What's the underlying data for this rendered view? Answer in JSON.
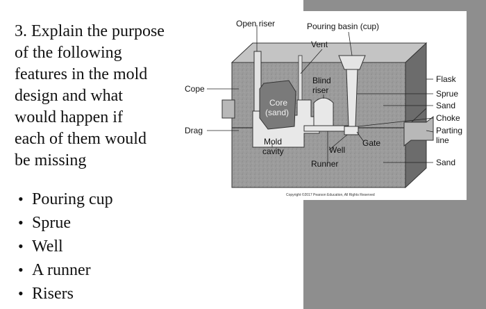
{
  "question": {
    "lines": [
      "3. Explain the purpose",
      "of the following",
      "features in the mold",
      "design and what",
      "would happen if",
      "each of them would",
      "be missing"
    ]
  },
  "bullets": [
    "Pouring cup",
    "Sprue",
    "Well",
    "A runner",
    "Risers"
  ],
  "figure": {
    "labels": {
      "open_riser": "Open riser",
      "pouring_basin": "Pouring basin (cup)",
      "vent": "Vent",
      "cope": "Cope",
      "drag": "Drag",
      "core_1": "Core",
      "core_2": "(sand)",
      "blind_riser_1": "Blind",
      "blind_riser_2": "riser",
      "mold_cavity_1": "Mold",
      "mold_cavity_2": "cavity",
      "well": "Well",
      "runner": "Runner",
      "gate": "Gate",
      "flask": "Flask",
      "sprue": "Sprue",
      "sand_right": "Sand",
      "choke": "Choke",
      "parting_1": "Parting",
      "parting_2": "line",
      "sand_bottom": "Sand"
    },
    "copyright": "Copyright ©2017 Pearson Education, All Rights Reserved"
  },
  "colors": {
    "sand": "#9a9a9a",
    "sand_dark": "#6f6f6f",
    "panel": "#8e8e8e",
    "core": "#7a7a7a"
  }
}
